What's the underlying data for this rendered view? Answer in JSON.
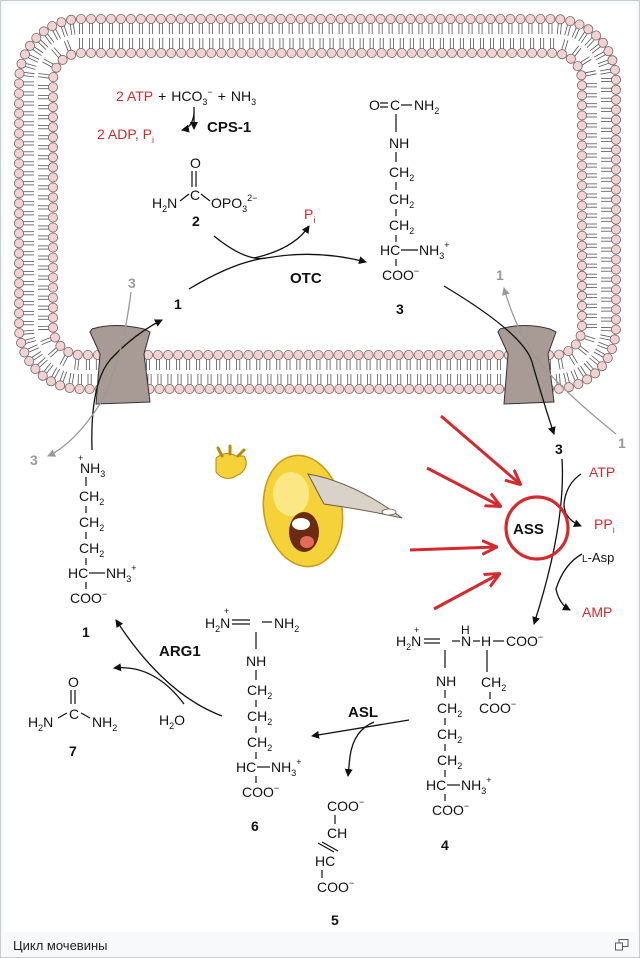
{
  "caption": "Цикл мочевины",
  "icons": {
    "enlarge": "enlarge-icon",
    "emoji": "laughing-emoji-icon"
  },
  "colors": {
    "accent_red": "#d42a2f",
    "membrane_head": "#f4d2d2",
    "transporter": "#a89a94",
    "text": "#111111",
    "grey": "#9a9a9a"
  },
  "top_reaction": {
    "atp": "2 ATP",
    "plus": "+",
    "hco3": "HCO",
    "hco3_sub": "3",
    "hco3_sup": "−",
    "nh3": "NH",
    "nh3_sub": "3",
    "adp": "2 ADP, P",
    "adp_sub": "i",
    "enzyme": "CPS-1"
  },
  "carbamoyl_phosphate": {
    "o": "O",
    "h2n": "H",
    "h2n_sub": "2",
    "h2n_n": "N",
    "c": "C",
    "opo3": "OPO",
    "opo3_sub": "3",
    "opo3_sup": "2−",
    "number": "2"
  },
  "otc": {
    "pi": "P",
    "pi_sub": "i",
    "enzyme": "OTC",
    "ornithine_number": "1"
  },
  "citrulline": {
    "o": "O",
    "c": "C",
    "nh2": "NH",
    "nh2_sub": "2",
    "nh": "NH",
    "ch2": "CH",
    "ch2_sub": "2",
    "hc": "HC",
    "nh3": "NH",
    "nh3_sub": "3",
    "nh3_sup": "+",
    "coo": "COO",
    "coo_sup": "−",
    "number": "3"
  },
  "transport": {
    "left_top": "3",
    "left_bottom": "3",
    "right_top": "1",
    "right_bottom": "1",
    "citrulline_out": "3"
  },
  "ass": {
    "enzyme": "ASS",
    "atp": "ATP",
    "ppi": "PP",
    "ppi_sub": "i",
    "asp_prefix": "L",
    "asp": "-Asp",
    "amp": "AMP"
  },
  "ornithine": {
    "nh3": "NH",
    "nh3_sub": "3",
    "plus": "+",
    "ch2": "CH",
    "ch2_sub": "2",
    "hc": "HC",
    "coo": "COO",
    "coo_sup": "−",
    "number": "1"
  },
  "arginine": {
    "h2n": "H",
    "h2n_sub": "2",
    "h2n_n": "N",
    "plus": "+",
    "nh2": "NH",
    "nh2_sub": "2",
    "nh": "NH",
    "ch2": "CH",
    "ch2_sub": "2",
    "hc": "HC",
    "nh3": "NH",
    "nh3_sub": "3",
    "coo": "COO",
    "coo_sup": "−",
    "number": "6"
  },
  "argininosuccinate": {
    "h2n": "H",
    "h2n_sub": "2",
    "h2n_n": "N",
    "plus": "+",
    "n": "N",
    "h": "H",
    "nh": "NH",
    "ch2": "CH",
    "ch2_sub": "2",
    "hc": "HC",
    "nh3": "NH",
    "nh3_sub": "3",
    "coo": "COO",
    "coo_sup": "−",
    "number": "4"
  },
  "asl": {
    "enzyme": "ASL"
  },
  "fumarate": {
    "coo": "COO",
    "coo_sup": "−",
    "ch": "CH",
    "hc": "HC",
    "number": "5"
  },
  "arg1": {
    "enzyme": "ARG1",
    "h2o": "H",
    "h2o_sub": "2",
    "h2o_o": "O"
  },
  "urea": {
    "o": "O",
    "c": "C",
    "h2n": "H",
    "h2n_sub": "2",
    "h2n_n": "N",
    "nh2": "NH",
    "nh2_sub": "2",
    "number": "7"
  }
}
